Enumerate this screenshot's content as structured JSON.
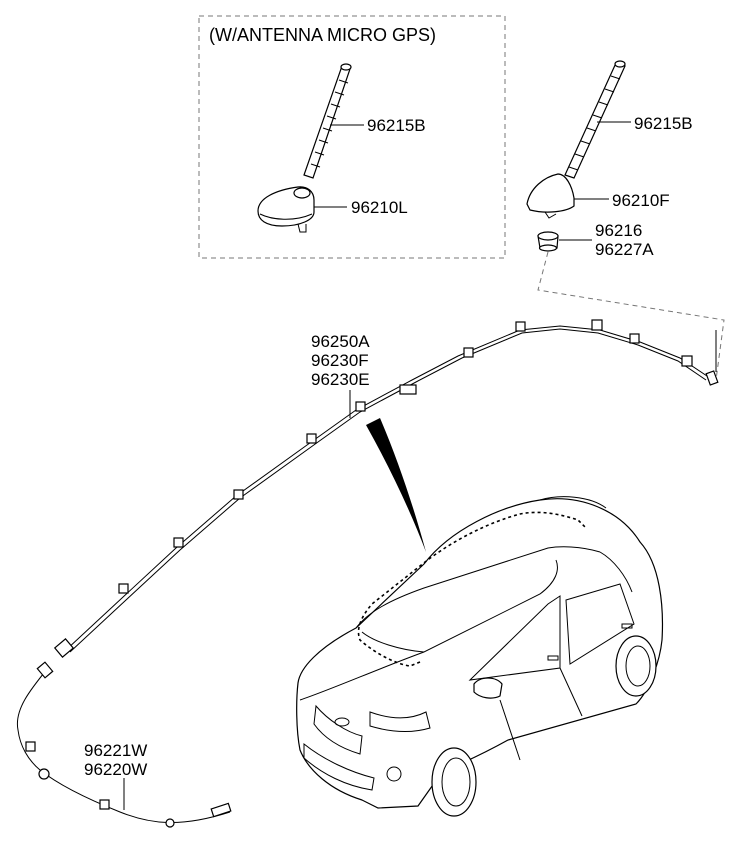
{
  "diagram": {
    "inset_title": "(W/ANTENNA MICRO GPS)",
    "parts": {
      "mast_gps": "96215B",
      "base_gps": "96210L",
      "mast_std": "96215B",
      "base_std": "96210F",
      "pad_1": "96216",
      "pad_2": "96227A",
      "feeder_1": "96250A",
      "feeder_2": "96230F",
      "feeder_3": "96230E",
      "ext_1": "96221W",
      "ext_2": "96220W"
    }
  }
}
